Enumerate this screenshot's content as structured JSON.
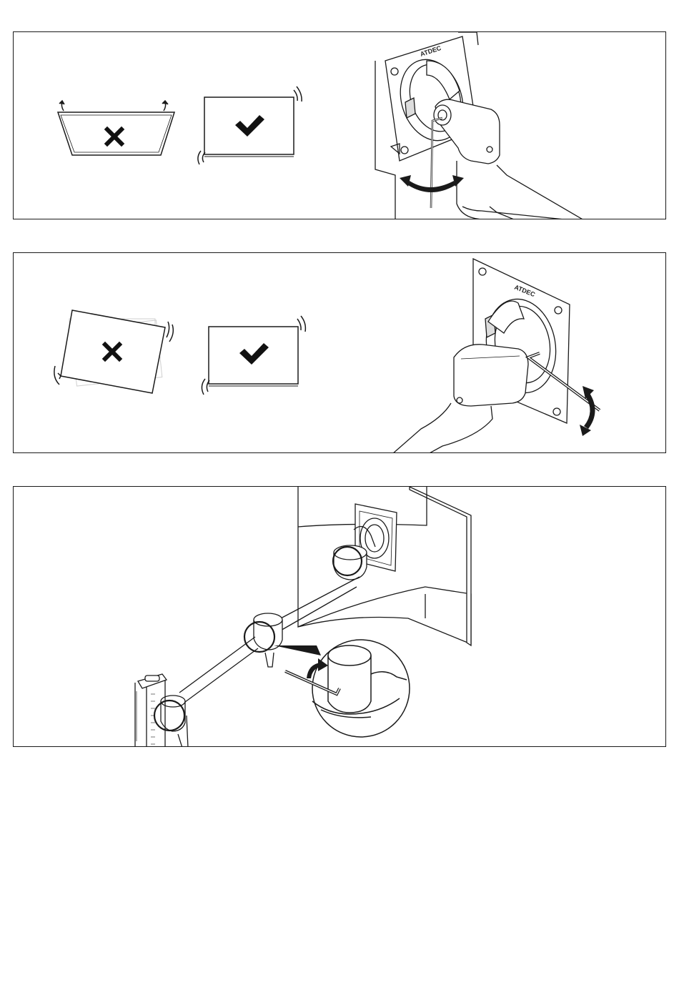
{
  "panels": [
    {
      "id": "tilt-adjustment",
      "brand_label": "ATDEC"
    },
    {
      "id": "rotation-adjustment",
      "brand_label": "ATDEC"
    },
    {
      "id": "arm-joint-tension"
    }
  ],
  "icons": {
    "wrong": "cross-icon",
    "right": "check-icon",
    "motion": "curved-arrow-icon",
    "tool": "hex-key-icon"
  },
  "colors": {
    "line": "#1a1a1a",
    "fill": "#ffffff",
    "shade": "#e6e6e6"
  }
}
